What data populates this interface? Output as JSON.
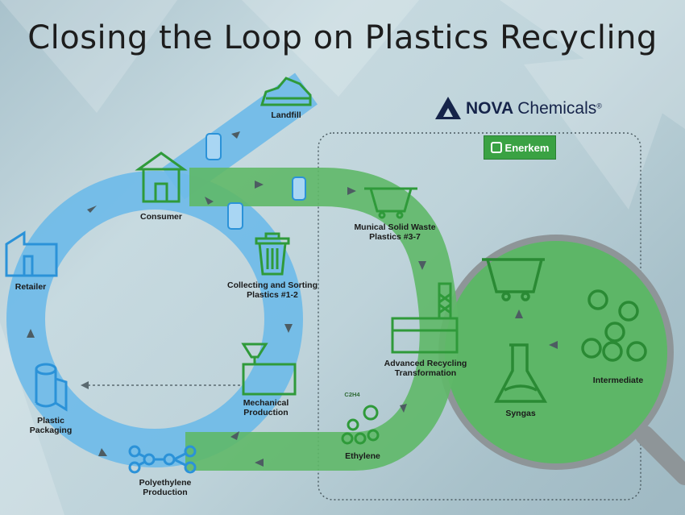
{
  "title": "Closing the Loop on Plastics Recycling",
  "brands": {
    "nova_bold": "NOVA",
    "nova_regular": "Chemicals",
    "nova_reg_mark": "®",
    "enerkem": "Enerkem"
  },
  "nodes": {
    "landfill": "Landfill",
    "consumer": "Consumer",
    "retailer": "Retailer",
    "collecting_line1": "Collecting and Sorting",
    "collecting_line2": "Plastics #1-2",
    "mechanical_line1": "Mechanical",
    "mechanical_line2": "Production",
    "plastic_packaging_line1": "Plastic",
    "plastic_packaging_line2": "Packaging",
    "polyethylene_line1": "Polyethylene",
    "polyethylene_line2": "Production",
    "msw_line1": "Munical Solid Waste",
    "msw_line2": "Plastics #3-7",
    "advanced_line1": "Advanced Recycling",
    "advanced_line2": "Transformation",
    "ethylene": "Ethylene",
    "ethylene_formula": "C2H4",
    "syngas": "Syngas",
    "intermediate": "Intermediate"
  },
  "colors": {
    "blue_band": "#6fbbe8",
    "green_band": "#5fb868",
    "icon_blue": "#2b92d8",
    "icon_green": "#2f9a3a",
    "magnifier_fill": "#5db667",
    "magnifier_ring": "#8e9598",
    "nova_navy": "#16244a",
    "enerkem_green": "#3aa243"
  }
}
